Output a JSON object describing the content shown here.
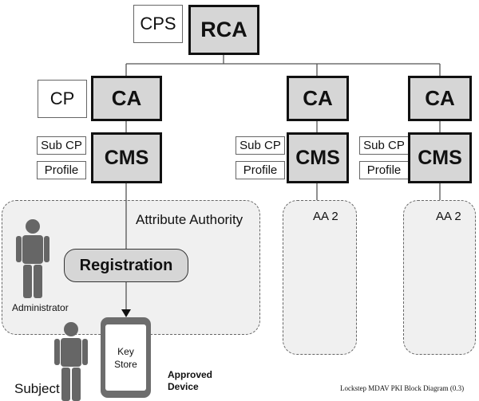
{
  "top": {
    "cps": "CPS",
    "rca": "RCA"
  },
  "branches": [
    {
      "cp": "CP",
      "ca": "CA",
      "sub_cp": "Sub CP",
      "profile": "Profile",
      "cms": "CMS"
    },
    {
      "ca": "CA",
      "sub_cp": "Sub CP",
      "profile": "Profile",
      "cms": "CMS",
      "aa": "AA 2"
    },
    {
      "ca": "CA",
      "sub_cp": "Sub CP",
      "profile": "Profile",
      "cms": "CMS",
      "aa": "AA 2"
    }
  ],
  "attribute_authority": {
    "label": "Attribute Authority",
    "registration": "Registration",
    "administrator": "Administrator",
    "subject": "Subject",
    "key_store": [
      "Key",
      "Store"
    ],
    "approved_device": [
      "Approved",
      "Device"
    ]
  },
  "footer": {
    "caption": "Lockstep MDAV PKI Block Diagram (0.3)"
  },
  "colors": {
    "box_fill": "#d6d6d6",
    "area_fill": "#f0f0f0",
    "person_fill": "#666666",
    "line": "#555555"
  }
}
